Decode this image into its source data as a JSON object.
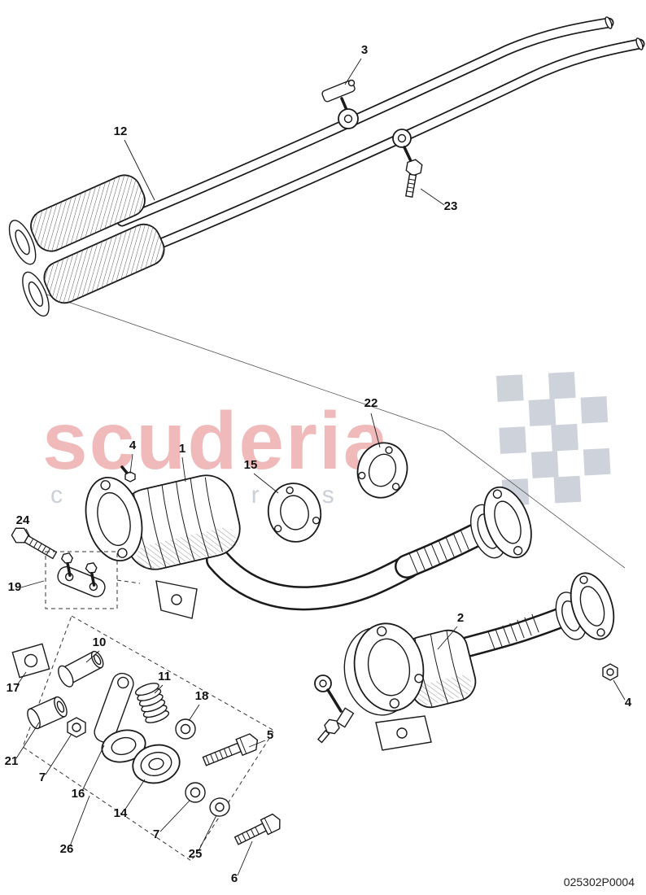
{
  "document": {
    "type": "exploded-parts-diagram",
    "part_number": "025302P0004"
  },
  "watermark": {
    "title": "scuderia",
    "subtitle": "c a r   p a r t s",
    "title_color": "#eca3a3",
    "subtitle_color": "#c6ccd3",
    "flag_color": "#c9ced6"
  },
  "labels": [
    {
      "text": "3"
    },
    {
      "text": "12"
    },
    {
      "text": "23"
    },
    {
      "text": "22"
    },
    {
      "text": "4"
    },
    {
      "text": "1"
    },
    {
      "text": "15"
    },
    {
      "text": "24"
    },
    {
      "text": "19"
    },
    {
      "text": "17"
    },
    {
      "text": "10"
    },
    {
      "text": "11"
    },
    {
      "text": "21"
    },
    {
      "text": "7"
    },
    {
      "text": "16"
    },
    {
      "text": "14"
    },
    {
      "text": "18"
    },
    {
      "text": "5"
    },
    {
      "text": "7"
    },
    {
      "text": "26"
    },
    {
      "text": "25"
    },
    {
      "text": "6"
    },
    {
      "text": "2"
    },
    {
      "text": "4"
    }
  ]
}
